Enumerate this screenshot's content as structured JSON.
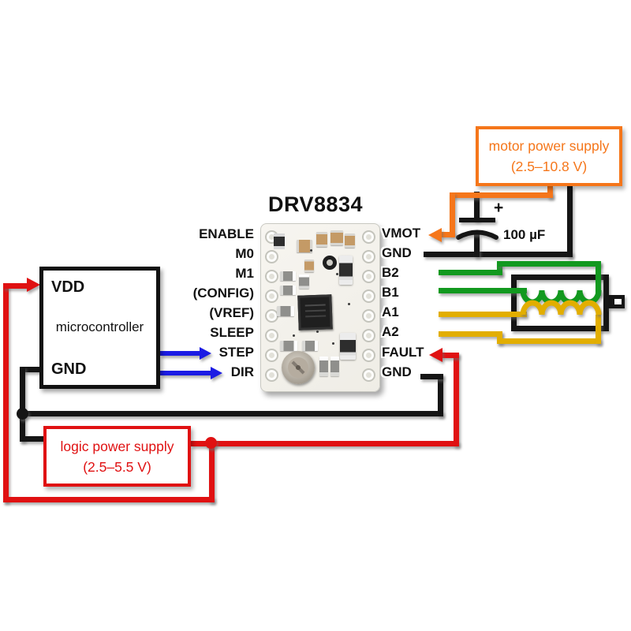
{
  "title": "DRV8834",
  "board": {
    "left_pins": [
      "ENABLE",
      "M0",
      "M1",
      "(CONFIG)",
      "(VREF)",
      "SLEEP",
      "STEP",
      "DIR"
    ],
    "right_pins": [
      "VMOT",
      "GND",
      "B2",
      "B1",
      "A1",
      "A2",
      "FAULT",
      "GND"
    ]
  },
  "microcontroller": {
    "label": "microcontroller",
    "power_pin": "VDD",
    "ground_pin": "GND"
  },
  "motor_power_supply": {
    "name": "motor power supply",
    "range": "(2.5–10.8 V)"
  },
  "logic_power_supply": {
    "name": "logic power supply",
    "range": "(2.5–5.5 V)"
  },
  "capacitor": {
    "value": "100 µF",
    "polarity_mark": "+"
  },
  "colors": {
    "red": "#e01112",
    "orange": "#f5761a",
    "green": "#12991f",
    "yellow": "#e2ae00",
    "blue": "#1b1be4",
    "wireblack": "#151515"
  }
}
